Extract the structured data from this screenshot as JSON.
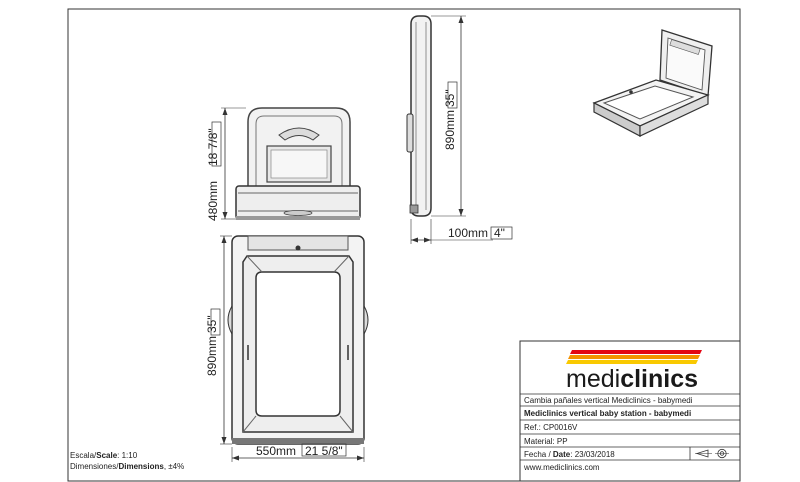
{
  "dimensions": {
    "side_height": "480mm",
    "side_height_in": "18 7/8\"",
    "front_height": "890mm",
    "front_height_in": "35\"",
    "profile_height": "890mm",
    "profile_height_in": "35\"",
    "profile_depth": "100mm",
    "profile_depth_in": "4\"",
    "front_width": "550mm",
    "front_width_in": "21 5/8\""
  },
  "footer": {
    "scale_label_es": "Escala/",
    "scale_label_en": "Scale",
    "scale_value": ":  1:10",
    "dimensions_label_es": "Dimensiones/",
    "dimensions_label_en": "Dimensions",
    "dimensions_value": ",  ±4%"
  },
  "title_block": {
    "brand_light": "medi",
    "brand_bold": "clinics",
    "name_es": "Cambia pañales vertical Mediclinics - babymedi",
    "name_en": "Mediclinics vertical baby station - babymedi",
    "ref": "Ref.: CP0016V",
    "material": "Material: PP",
    "date_label_es": "Fecha / ",
    "date_label_en": "Date",
    "date_value": ": 23/03/2018",
    "website": "www.mediclinics.com",
    "stripe_colors": [
      "#e30613",
      "#f39200",
      "#f9c900"
    ]
  }
}
